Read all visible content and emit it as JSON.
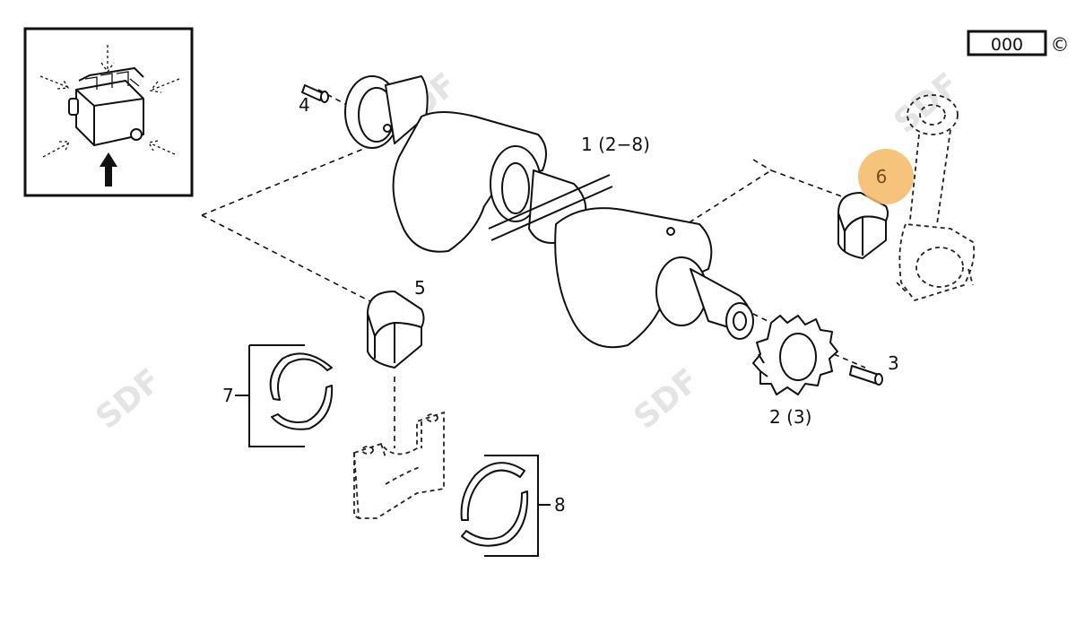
{
  "diagram": {
    "page_code": "000",
    "copyright_symbol": "©",
    "watermark": "SDF",
    "highlight_color": "#f5b865",
    "callouts": [
      {
        "id": "1",
        "text": "1 (2−8)",
        "part": "crankshaft"
      },
      {
        "id": "2",
        "text": "2 (3)",
        "part": "timing gear"
      },
      {
        "id": "3",
        "text": "3",
        "part": "key pin"
      },
      {
        "id": "4",
        "text": "4",
        "part": "pin"
      },
      {
        "id": "5",
        "text": "5",
        "part": "main bearing shell"
      },
      {
        "id": "6",
        "text": "6",
        "part": "connecting rod bearing shell",
        "highlighted": true
      },
      {
        "id": "7",
        "text": "7",
        "part": "thrust washers"
      },
      {
        "id": "8",
        "text": "8",
        "part": "thrust washers"
      }
    ]
  }
}
